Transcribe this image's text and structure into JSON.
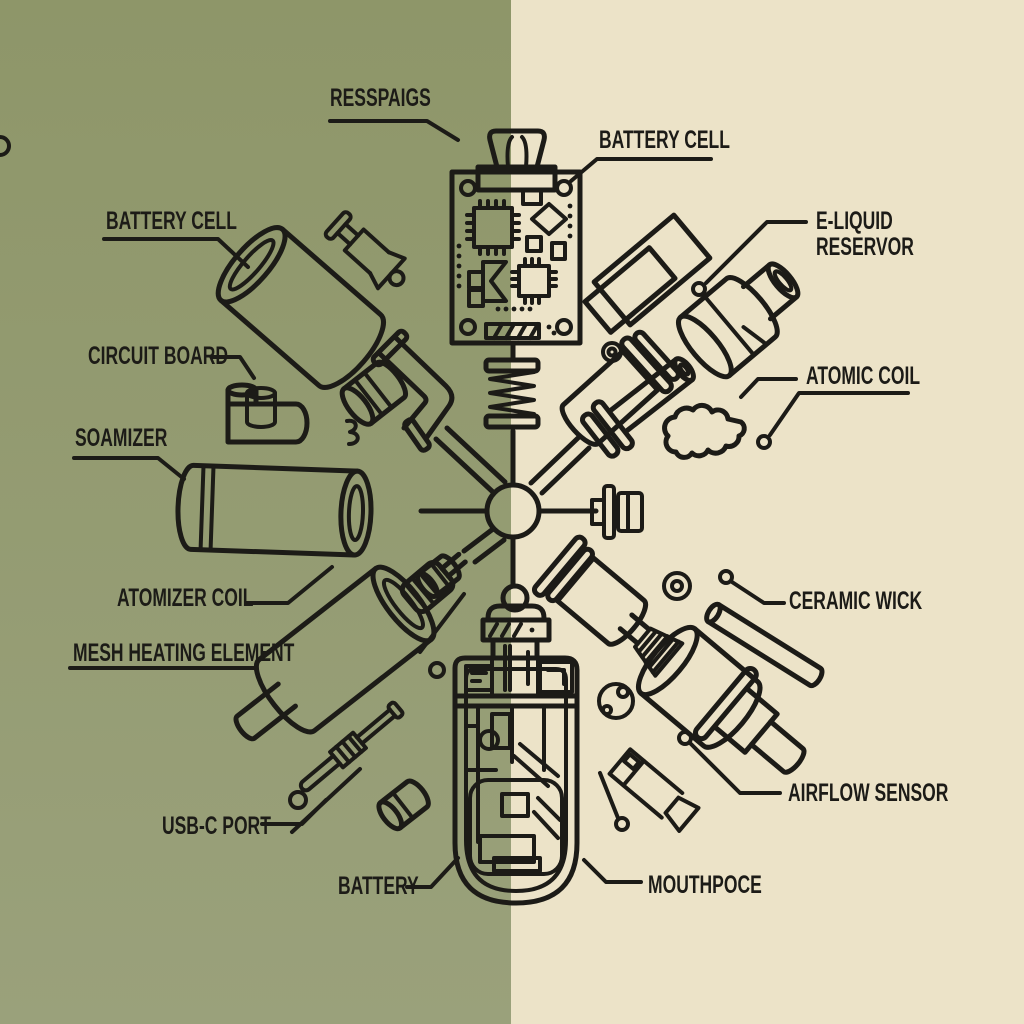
{
  "theme": {
    "left_bg_top": "#8e9669",
    "left_bg_bottom": "#9aa17b",
    "right_bg": "#ece3c8",
    "ink": "#1c1b17"
  },
  "labels": {
    "resspaigs": "RESSPAIGS",
    "battery_cell_right": "BATTERY CELL",
    "battery_cell_left": "BATTERY CELL",
    "e_liquid_line1": "E-LIQUID",
    "e_liquid_line2": "RESERVOR",
    "circuit_board": "CIRCUIT BOARD",
    "atomic_coil": "ATOMIC COIL",
    "soamizer": "SOAMIZER",
    "atomizer_coil": "ATOMIZER COIL",
    "ceramic_wick": "CERAMIC WICK",
    "mesh_heating_element": "MESH HEATING ELEMENT",
    "airflow_sensor": "AIRFLOW SENSOR",
    "usb_c_port": "USB-C PORT",
    "battery": "BATTERY",
    "mouthpoce": "MOUTHPOCE"
  },
  "components": [
    "circuit-board",
    "mouthpiece",
    "battery-cell",
    "e-liquid-reservoir",
    "cartridge",
    "atomizer-coil",
    "ceramic-wick",
    "mesh-heating-element",
    "airflow-sensor",
    "usb-c-port",
    "battery",
    "vape-body",
    "center-hub",
    "spring-coil",
    "vapor-cloud",
    "elbow-pipe",
    "t-pipe",
    "paddle",
    "piston",
    "flanged-tube",
    "wick-rod"
  ]
}
